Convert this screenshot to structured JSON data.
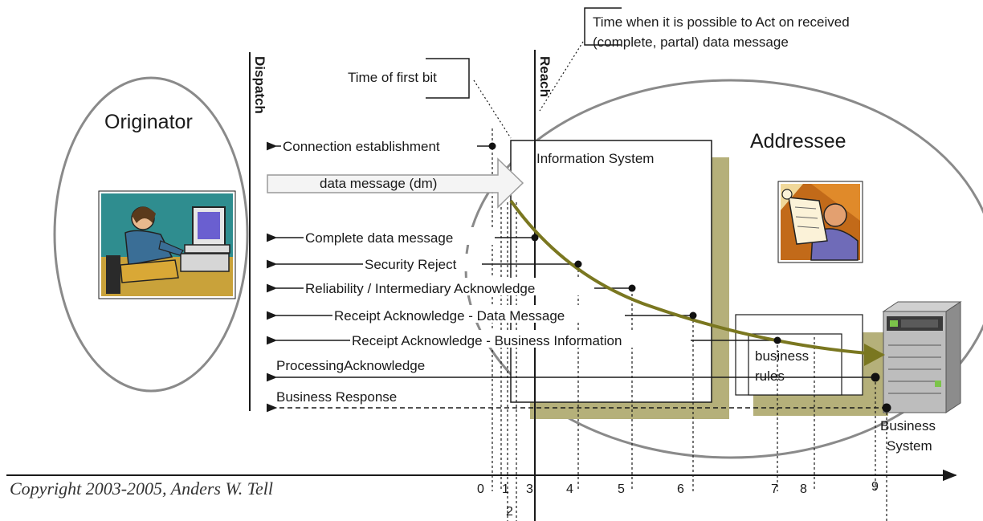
{
  "originator": {
    "title": "Originator"
  },
  "addressee": {
    "title": "Addressee"
  },
  "dispatch_label": "Dispatch",
  "reach_label": "Reach",
  "callout_first_bit": "Time of first bit",
  "callout_act": {
    "line1": "Time when it is possible to Act on received",
    "line2": "(complete, partal) data message"
  },
  "information_system": "Information System",
  "business_rules": {
    "line1": "business",
    "line2": "rules"
  },
  "business_system": {
    "line1": "Business",
    "line2": "System"
  },
  "messages": {
    "connection": "Connection establishment",
    "data_message": "data message (dm)",
    "complete": "Complete  data message",
    "security": "Security Reject",
    "reliability": "Reliability / Intermediary Acknowledge",
    "receipt_dm": "Receipt Acknowledge - Data Message",
    "receipt_bi": "Receipt Acknowledge - Business Information",
    "processing": "ProcessingAcknowledge",
    "business_response": "Business Response"
  },
  "timeline": {
    "ticks": [
      "0",
      "1",
      "2",
      "3",
      "4",
      "5",
      "6",
      "7",
      "8",
      "9"
    ]
  },
  "copyright": "Copyright 2003-2005, Anders W. Tell",
  "colors": {
    "olive": "#b5b07a",
    "arrow_olive": "#7a7720",
    "ellipse": "#8a8a8a",
    "line": "#1a1a1a"
  }
}
